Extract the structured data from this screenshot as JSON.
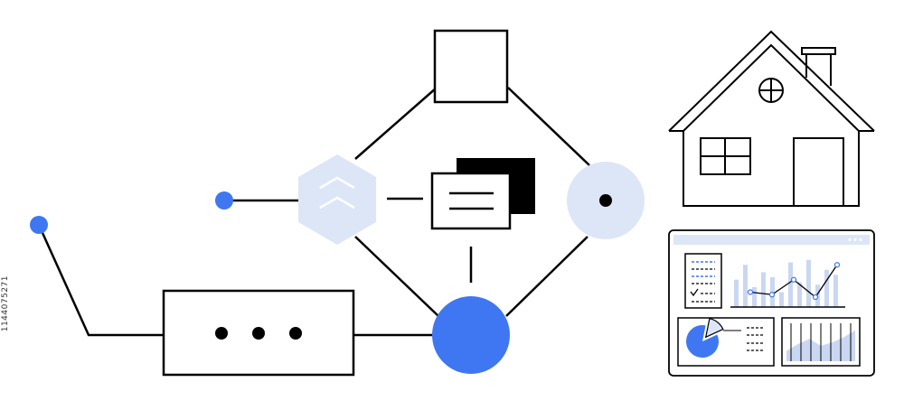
{
  "side_text": "1144075271",
  "colors": {
    "stroke": "#000000",
    "accent_blue": "#3f77f2",
    "light_blue": "#dde6f7",
    "chart_light": "#cad7f2",
    "white": "#ffffff"
  },
  "icons": {
    "hexagon": "double-chevron-up-icon",
    "document": "stacked-cards-icon",
    "dot_circle": "target-dot-icon",
    "house": "house-icon",
    "dashboard": "analytics-dashboard-icon"
  },
  "ellipsis_node": {
    "dots": 3
  },
  "dashboard": {
    "bar_levels": [
      0.55,
      0.85,
      0.4,
      0.7,
      0.6,
      0.3,
      0.9,
      0.5,
      0.95,
      0.45,
      0.75,
      0.65
    ],
    "line_levels": [
      0.3,
      0.25,
      0.55,
      0.2,
      0.85
    ],
    "pie_fraction": 0.85,
    "area_levels": [
      0.3,
      0.5,
      0.65,
      0.45,
      0.55,
      0.7,
      0.9
    ]
  }
}
